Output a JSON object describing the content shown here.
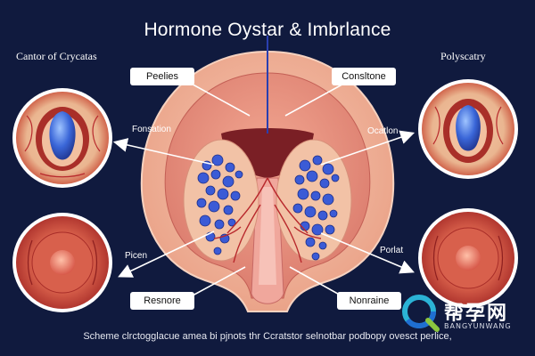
{
  "title": "Hormone Oystar & Imbrlance",
  "corner_labels": {
    "top_left": "Cantor of Crycatas",
    "top_right": "Polyscatry"
  },
  "boxed_labels": {
    "top_left": "Peelies",
    "top_right": "Consltone",
    "bottom_left": "Resnore",
    "bottom_right": "Nonraine"
  },
  "arrow_labels": {
    "upper_left": "Fonsation",
    "upper_right": "Ocatlon",
    "lower_left": "Picen",
    "lower_right": "Porlat"
  },
  "caption": "Scheme clrctogglacue amea bi pjnots thr Ccratstor selnotbar podbopy ovesct perlice,",
  "watermark": {
    "text": "帮孕网",
    "subtext": "BANGYUNWANG"
  },
  "colors": {
    "background": "#101a3e",
    "uterus_outer": "#f2b49a",
    "uterus_inner": "#e88e7e",
    "follicle_blue": "#3b5bd6",
    "vessel_red": "#b8282c"
  }
}
